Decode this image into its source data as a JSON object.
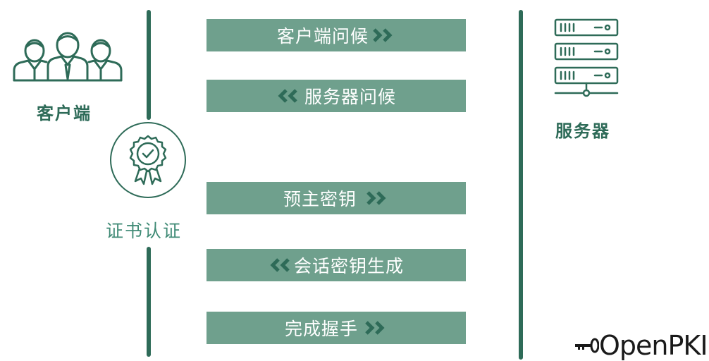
{
  "client": {
    "label": "客户端",
    "icon": "client-group-icon"
  },
  "server": {
    "label": "服务器",
    "icon": "server-rack-icon"
  },
  "certificate": {
    "label": "证书认证",
    "icon": "certificate-badge-icon"
  },
  "steps": [
    {
      "label": "客户端问候",
      "direction": "right"
    },
    {
      "label": "服务器问候",
      "direction": "left"
    },
    {
      "label": "预主密钥",
      "direction": "right"
    },
    {
      "label": "会话密钥生成",
      "direction": "left"
    },
    {
      "label": "完成握手",
      "direction": "right"
    }
  ],
  "logo": {
    "text": "OpenPKI",
    "icon": "key-icon"
  },
  "colors": {
    "dark_green": "#2e6b58",
    "bar_green": "#6fa08d",
    "text_green": "#3f8a75"
  }
}
